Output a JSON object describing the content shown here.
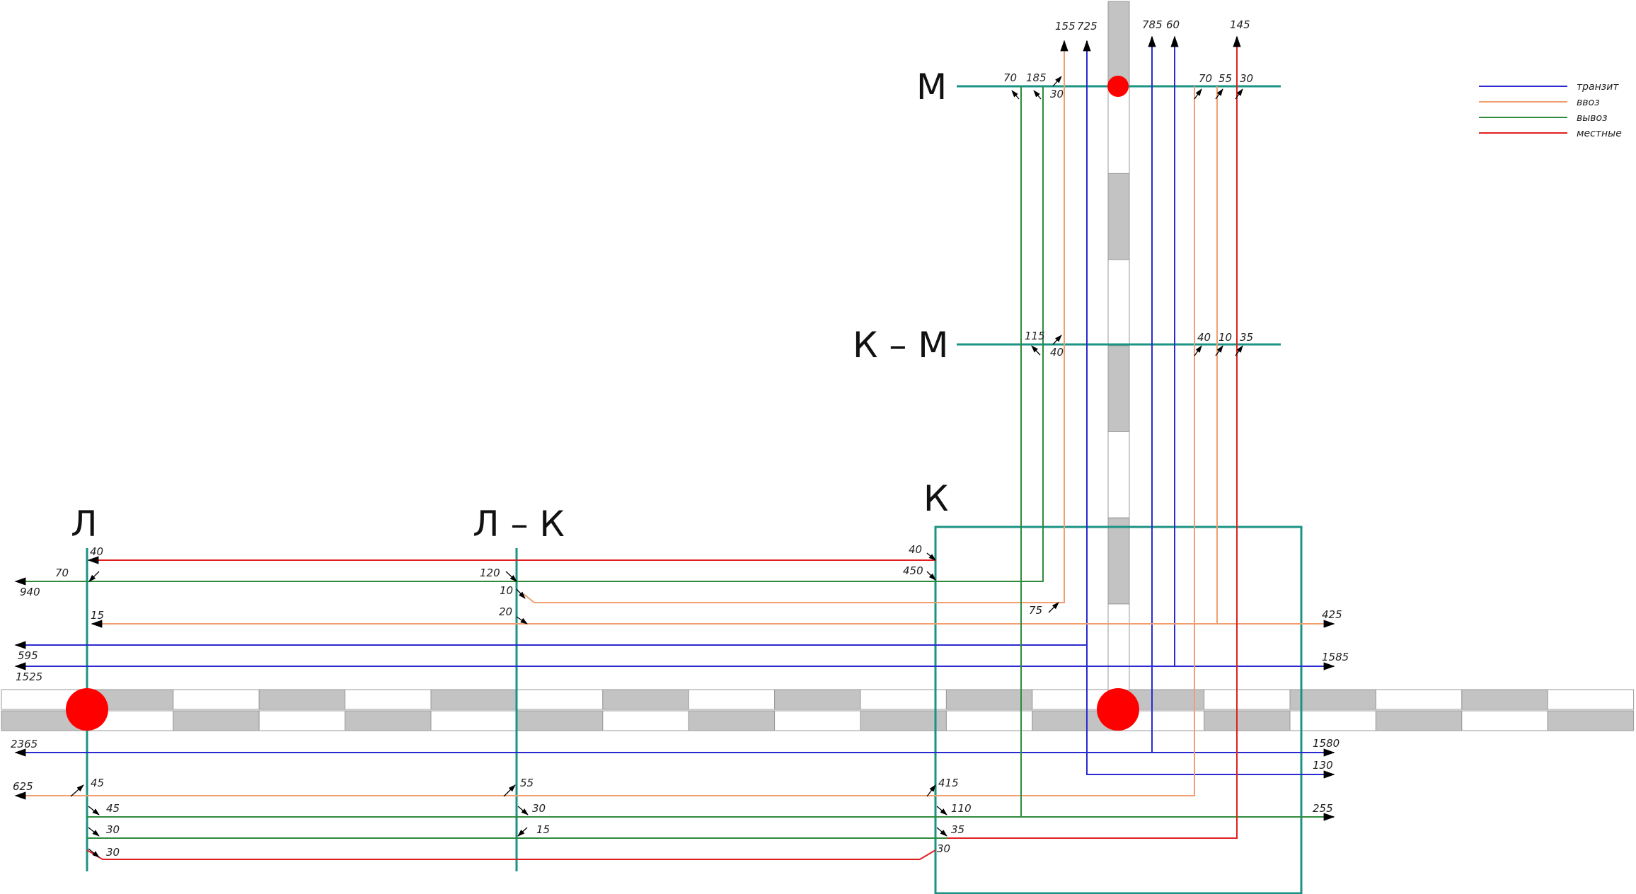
{
  "colors": {
    "transit": "#2a2ad0",
    "import": "#f0a070",
    "export": "#2e8b3c",
    "local": "#e02020",
    "section": "#1a9384",
    "track_gray": "#c3c3c3",
    "station_dot": "#ff0000"
  },
  "stations": {
    "L": "Л",
    "LK": "Л – К",
    "K": "К",
    "KM": "К – М",
    "M": "М"
  },
  "legend": {
    "transit": "транзит",
    "import": "ввоз",
    "export": "вывоз",
    "local": "местные"
  },
  "labels": {
    "m_top_155": "155",
    "m_top_725": "725",
    "m_top_785": "785",
    "m_top_60": "60",
    "m_top_145": "145",
    "m_70": "70",
    "m_185": "185",
    "m_30a": "30",
    "m_70b": "70",
    "m_55": "55",
    "m_30b": "30",
    "km_115": "115",
    "km_40a": "40",
    "km_40b": "40",
    "km_10": "10",
    "km_35": "35",
    "l_40": "40",
    "l_70": "70",
    "l_940": "940",
    "l_15": "15",
    "l_595": "595",
    "l_1525": "1525",
    "lk_120": "120",
    "lk_10": "10",
    "lk_20": "20",
    "k_40": "40",
    "k_450": "450",
    "k_75": "75",
    "r_425": "425",
    "r_1585": "1585",
    "b_2365": "2365",
    "b_1580": "1580",
    "b_130": "130",
    "b_625": "625",
    "b_45a": "45",
    "b_55": "55",
    "b_415": "415",
    "b_45b": "45",
    "b_30a": "30",
    "b_110": "110",
    "b_255": "255",
    "b_30b": "30",
    "b_15": "15",
    "b_35": "35",
    "b_30c": "30",
    "b_30d": "30"
  }
}
